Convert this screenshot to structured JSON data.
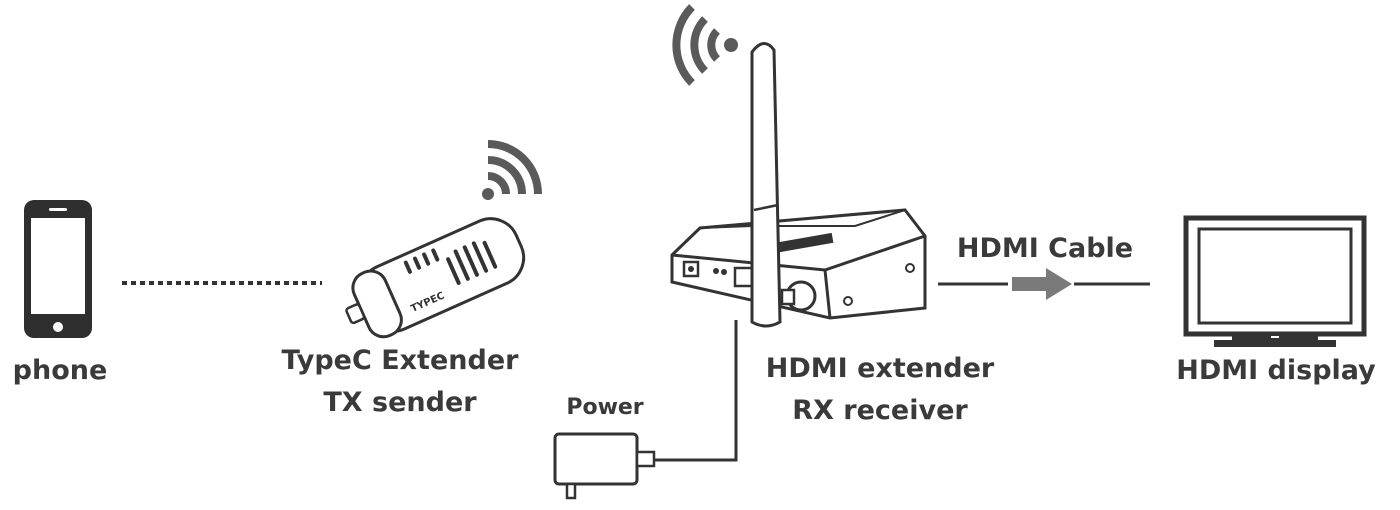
{
  "phone": {
    "label": "phone"
  },
  "sender": {
    "line1": "TypeC Extender",
    "line2": "TX sender",
    "device_text": "TYPEC"
  },
  "receiver": {
    "line1": "HDMI extender",
    "line2": "RX receiver"
  },
  "power": {
    "label": "Power"
  },
  "cable": {
    "label": "HDMI Cable"
  },
  "display": {
    "label": "HDMI display"
  },
  "icons": [
    "phone-icon",
    "usb-dongle-icon",
    "wifi-icon",
    "antenna-icon",
    "receiver-box-icon",
    "power-adapter-icon",
    "arrow-right-icon",
    "monitor-icon"
  ],
  "colors": {
    "line": "#333333",
    "wifi": "#5a5a5a",
    "arrow": "#7a7a7a",
    "text": "#3a3a3a"
  }
}
